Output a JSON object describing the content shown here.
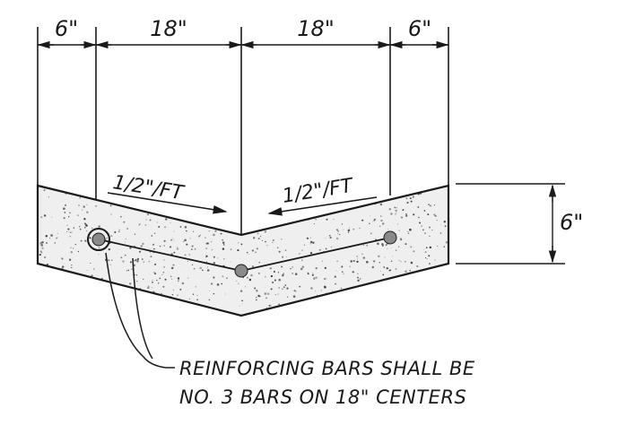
{
  "dimensions": {
    "top": [
      "6\"",
      "18\"",
      "18\"",
      "6\""
    ],
    "depth": "6\""
  },
  "slopes": {
    "left": "1/2\"/FT",
    "right": "1/2\"/FT"
  },
  "note": {
    "line1": "REINFORCING BARS SHALL BE",
    "line2": "NO. 3 BARS ON 18\" CENTERS"
  },
  "colors": {
    "ink": "#1a1a1a",
    "concrete": "#efefef",
    "rebar": "#8a8a8a"
  }
}
